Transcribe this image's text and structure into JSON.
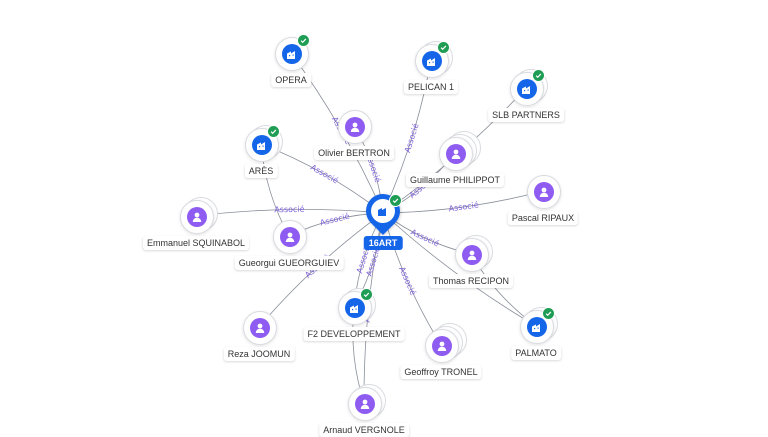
{
  "center": {
    "name": "16ART",
    "icon": "building-icon",
    "verified": true
  },
  "relation_label": "Associé",
  "colors": {
    "company": "#1565e8",
    "person": "#8e5cf0",
    "verified": "#1f9d55",
    "edge_label": "#7f63d9"
  },
  "nodes": [
    {
      "id": "opera",
      "name": "OPERA",
      "type": "company",
      "icon": "building-icon",
      "verified": true
    },
    {
      "id": "pelican",
      "name": "PELICAN 1",
      "type": "company",
      "icon": "building-icon",
      "verified": true
    },
    {
      "id": "slb",
      "name": "SLB PARTNERS",
      "type": "company",
      "icon": "building-icon",
      "verified": true
    },
    {
      "id": "ares",
      "name": "ARÈS",
      "type": "company",
      "icon": "building-icon",
      "verified": true
    },
    {
      "id": "bertron",
      "name": "Olivier BERTRON",
      "type": "person",
      "icon": "person-icon",
      "verified": false
    },
    {
      "id": "philippot",
      "name": "Guillaume PHILIPPOT",
      "type": "person",
      "icon": "person-icon",
      "verified": false
    },
    {
      "id": "ripaux",
      "name": "Pascal RIPAUX",
      "type": "person",
      "icon": "person-icon",
      "verified": false
    },
    {
      "id": "squinabol",
      "name": "Emmanuel SQUINABOL",
      "type": "person",
      "icon": "person-icon",
      "verified": false
    },
    {
      "id": "gueorguiev",
      "name": "Gueorgui GUEORGUIEV",
      "type": "person",
      "icon": "person-icon",
      "verified": false
    },
    {
      "id": "recipon",
      "name": "Thomas RECIPON",
      "type": "person",
      "icon": "person-icon",
      "verified": false
    },
    {
      "id": "palmato",
      "name": "PALMATO",
      "type": "company",
      "icon": "building-icon",
      "verified": true
    },
    {
      "id": "joomun",
      "name": "Reza JOOMUN",
      "type": "person",
      "icon": "person-icon",
      "verified": false
    },
    {
      "id": "f2",
      "name": "F2 DEVELOPPEMENT",
      "type": "company",
      "icon": "building-icon",
      "verified": true
    },
    {
      "id": "tronel",
      "name": "Geoffroy TRONEL",
      "type": "person",
      "icon": "person-icon",
      "verified": false
    },
    {
      "id": "vergnole",
      "name": "Arnaud VERGNOLE",
      "type": "person",
      "icon": "person-icon",
      "verified": false
    }
  ],
  "edges": [
    {
      "from": "center",
      "to": "opera",
      "label": "Associé"
    },
    {
      "from": "center",
      "to": "pelican",
      "label": "Associé"
    },
    {
      "from": "center",
      "to": "slb",
      "label": ""
    },
    {
      "from": "center",
      "to": "ares",
      "label": "Associé"
    },
    {
      "from": "center",
      "to": "bertron",
      "label": "Associé"
    },
    {
      "from": "center",
      "to": "philippot",
      "label": "Associé"
    },
    {
      "from": "center",
      "to": "ripaux",
      "label": "Associé"
    },
    {
      "from": "center",
      "to": "squinabol",
      "label": "Associé"
    },
    {
      "from": "center",
      "to": "gueorguiev",
      "label": "Associé"
    },
    {
      "from": "center",
      "to": "recipon",
      "label": "Associé"
    },
    {
      "from": "center",
      "to": "palmato",
      "label": ""
    },
    {
      "from": "center",
      "to": "joomun",
      "label": "Associé"
    },
    {
      "from": "center",
      "to": "f2",
      "label": "Associé"
    },
    {
      "from": "center",
      "to": "tronel",
      "label": "Associé"
    },
    {
      "from": "center",
      "to": "vergnole",
      "label": "Associé"
    },
    {
      "from": "ares",
      "to": "gueorguiev",
      "label": ""
    },
    {
      "from": "recipon",
      "to": "palmato",
      "label": ""
    },
    {
      "from": "f2",
      "to": "vergnole",
      "label": ""
    },
    {
      "from": "f2",
      "to": "center",
      "label": "Associé"
    }
  ]
}
